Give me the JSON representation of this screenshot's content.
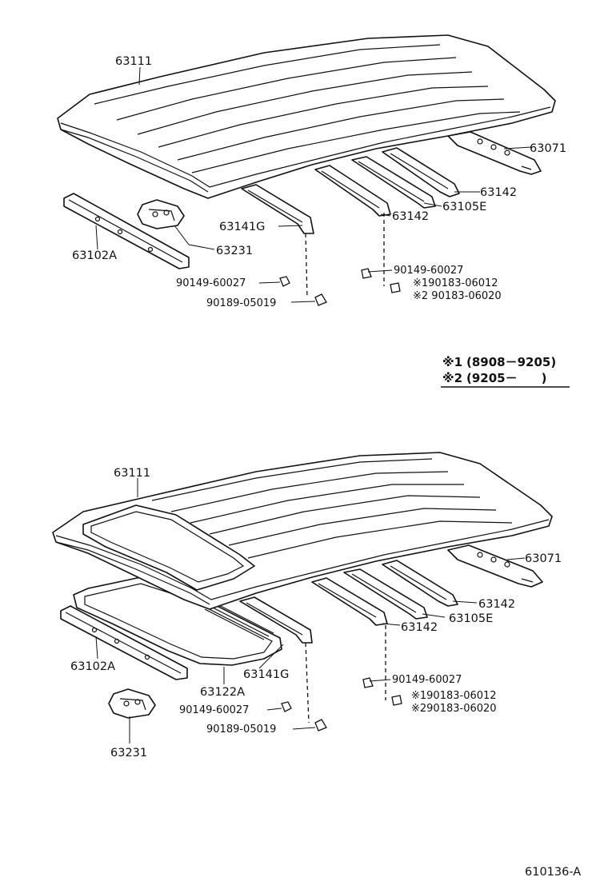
{
  "upper": {
    "roof_panel": "63111",
    "rear_bow": "63071",
    "bow_rear_mid": "63142",
    "bow_center": "63142",
    "bow_reinforcement": "63105E",
    "bow_front": "63141G",
    "front_rail": "63102A",
    "bracket": "63231",
    "bolt_left": "90149-60027",
    "clip_left": "90189-05019",
    "bolt_right": "90149-60027",
    "nut_right_1": "※190183-06012",
    "nut_right_2": "※2 90183-06020"
  },
  "legend": {
    "mark1": "※1",
    "range1": "(8908－9205)",
    "mark2": "※2",
    "range2": "(9205－　　)"
  },
  "lower": {
    "roof_panel": "63111",
    "rear_bow": "63071",
    "bow_rear_mid": "63142",
    "bow_center": "63142",
    "bow_reinforcement": "63105E",
    "bow_front": "63141G",
    "front_rail": "63102A",
    "sunroof_frame": "63122A",
    "bracket": "63231",
    "bolt_left": "90149-60027",
    "clip_left": "90189-05019",
    "bolt_right": "90149-60027",
    "nut_right_1": "※190183-06012",
    "nut_right_2": "※290183-06020"
  },
  "diagram_id": "610136-A"
}
